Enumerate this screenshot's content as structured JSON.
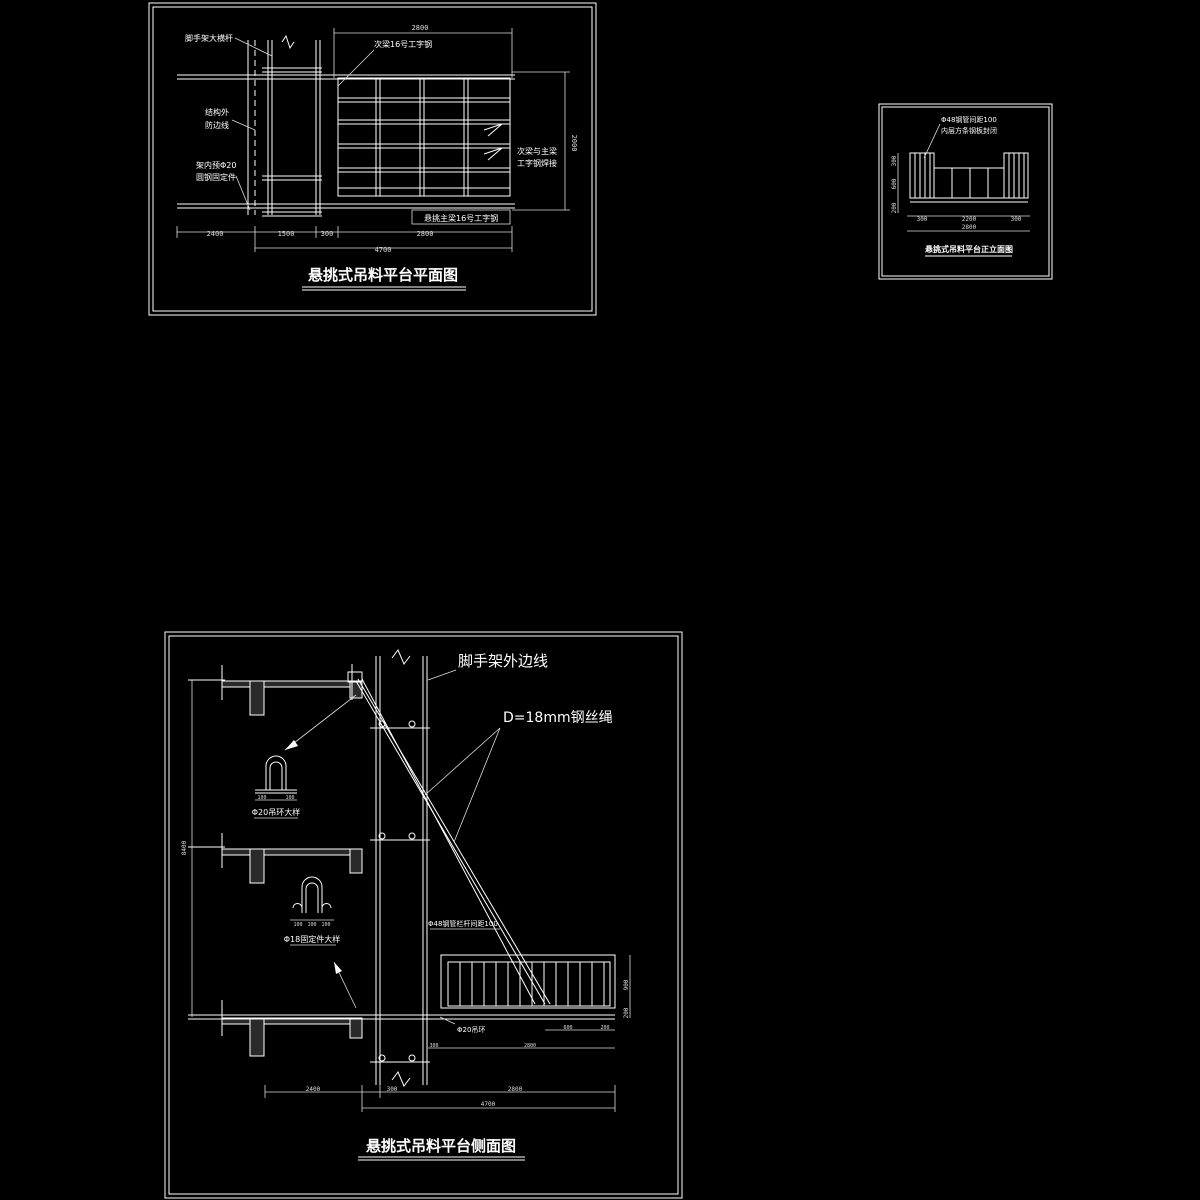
{
  "plan_view": {
    "title": "悬挑式吊料平台平面图",
    "labels": {
      "scaffold_bar": "脚手架大横杆",
      "secondary_beam": "次梁16号工字钢",
      "structure_outer": "结构外",
      "edge_line": "防边线",
      "embed_anchor": "架内预Φ20",
      "fixing": "圆钢固定件",
      "joint": "次梁与主梁",
      "joint2": "工字钢焊接",
      "main_beam": "悬挑主梁16号工字钢"
    },
    "dims": {
      "top": "2800",
      "right": "2000",
      "b1": "2400",
      "b2": "1500",
      "b3": "300",
      "b4": "2800",
      "total": "4700"
    }
  },
  "front_view": {
    "title": "悬挑式吊料平台正立面图",
    "labels": {
      "railing": "Φ48钢管间距100",
      "inner_note": "内层方条钢板封闭"
    },
    "dims": {
      "v1": "300",
      "v2": "600",
      "v3": "200",
      "h1": "300",
      "h2": "2200",
      "h3": "300",
      "total": "2800"
    }
  },
  "side_view": {
    "title": "悬挑式吊料平台侧面图",
    "labels": {
      "scaffold_edge": "脚手架外边线",
      "wire_rope": "D=18mm钢丝绳",
      "hook1": "Φ20吊环大样",
      "hook2": "Φ18固定件大样",
      "railing": "Φ48钢管栏杆间距100",
      "ring": "Φ20吊环"
    },
    "dims": {
      "height": "8400",
      "hook1_a": "100",
      "hook1_b": "100",
      "hook2_a": "100",
      "hook2_b": "100",
      "hook2_c": "100",
      "rail_h": "900",
      "rail_b": "200",
      "beam_a": "300",
      "seg1": "600",
      "seg2": "200",
      "seg3": "2800",
      "bottom1": "2400",
      "bottom2": "300",
      "bottom3": "2800",
      "bottom_total": "4700"
    }
  }
}
